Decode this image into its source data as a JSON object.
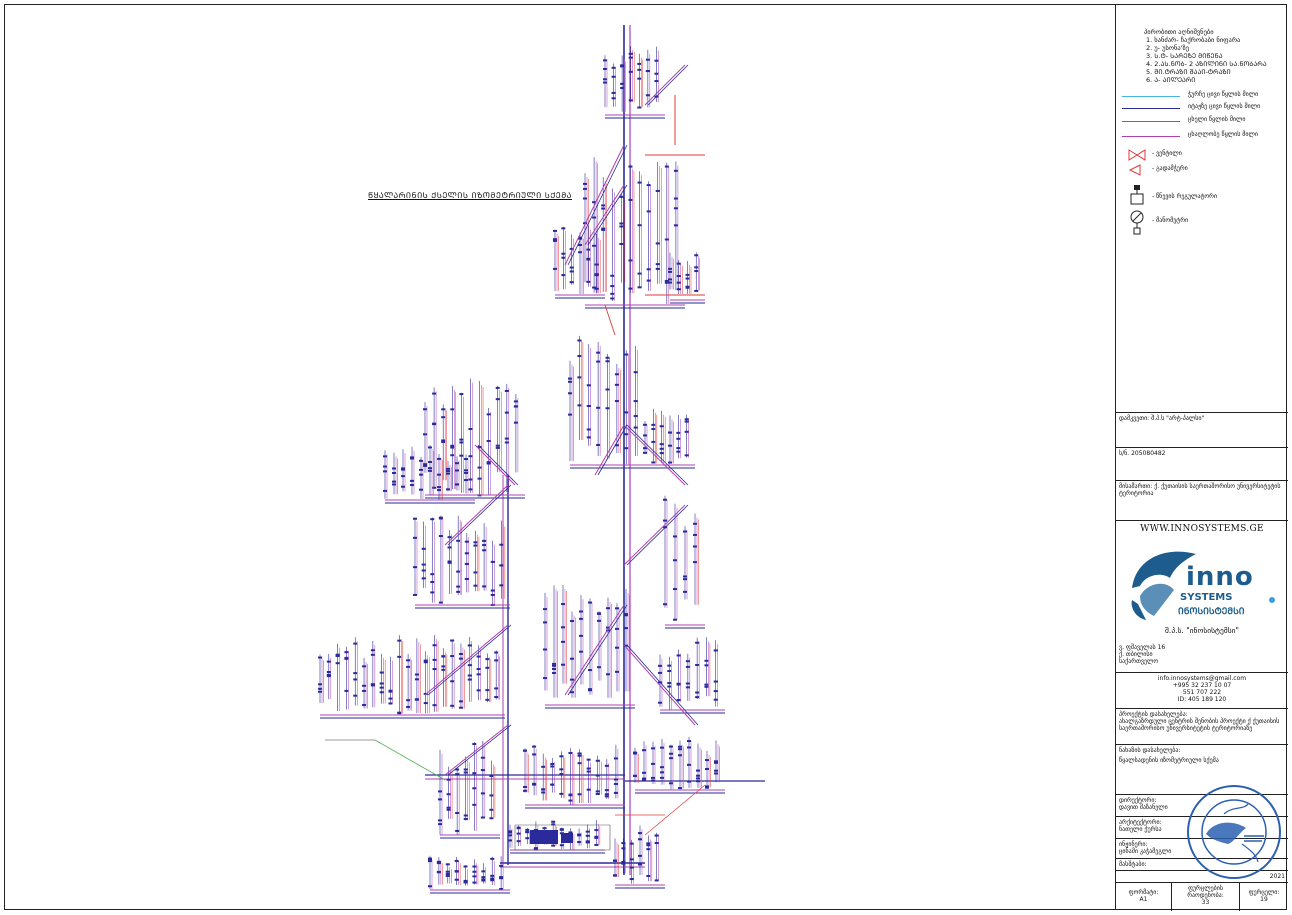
{
  "drawing_title": "ᲬᲧᲐᲚᲐᲠᲘᲜᲘᲡ ᲥᲡᲔᲚᲘᲡ ᲘᲖᲝᲛᲔᲢᲠᲘᲣᲚᲘ ᲡᲥᲔᲛᲐ",
  "legend": {
    "heading": "პირობითი აღნიშვნები",
    "items": [
      "1. ხანძარ- ჩაქრობაბი ნიფარა",
      "2. უ- უსონა'ზე",
      "3. Ს.Ტ- ᲡᲐᲠᲔᲖᲔ ᲛᲘᲬᲔᲜᲐ",
      "4. 2.ᲐᲡ.ᲜᲝᲑ- 2 ᲐᲖᲘᲚᲘᲜᲘ ᲡᲐ.ᲜᲝᲑᲐᲠᲐ",
      "5. ᲨᲘ.ᲢᲠᲐᲖᲘ ᲨᲐᲐᲘ-ᲢᲠᲐᲖᲘ",
      "6. Ა- ᲐᲘᲚᲔᲐᲠᲘ"
    ],
    "lines": [
      {
        "label": "ჭურჩე ცივი წყლის  მილი",
        "color": "#46b4e0"
      },
      {
        "label": "იტაჟზე ცივი წყლის  მილი",
        "color": "#2a2a9a"
      },
      {
        "label": "ცხელი წყლის  მილი",
        "color": "#e03a3a"
      },
      {
        "label": "ცხაღლობე წყლის  მილი",
        "color": "#b040b0"
      }
    ],
    "symbols": [
      {
        "label": "- ვენტილი",
        "icon": "valve-icon"
      },
      {
        "label": "- გადამჭერი",
        "icon": "check-valve-icon"
      },
      {
        "label": "- წნევის რეგულატორი",
        "icon": "pressure-regulator-icon"
      },
      {
        "label": "- მანომეტრი",
        "icon": "manometer-icon"
      }
    ]
  },
  "title_block": {
    "client": "დამკვეთი: შ.პ.ს \"არტ-პალსი\"",
    "id_code": "ს/ნ. 205080482",
    "address": "მისამართი: ქ. ქუთაისის საერთაშორისო უნივერსიტეტის ტერიტორია",
    "website": "WWW.INNOSYSTEMS.GE",
    "logo_text_en": "inno",
    "logo_systems": "SYSTEMS",
    "logo_text_ka": "ᲘᲜᲝᲡᲘᲡᲢᲔᲛᲡᲘ",
    "company_name": "შ.პ.ს. \"ინოსისტემსი\"",
    "company_address": [
      "ვ. ფშაველას 16",
      "ქ. თბილისი",
      "საქართველო"
    ],
    "contacts": [
      "info.innosystems@gmail.com",
      "+995 32 237 10 07",
      "551 707 222",
      "ID: 405 189 120"
    ],
    "project_name_label": "პროექტის დასახელება:",
    "project_name": "ახალგაზრდული ცენტრის შენობის პროექტი ქ ქუთაისის საერთაშორისო უნივერსიტეტის ტერიტორიაზე",
    "drawing_name_label": "ნახაზის დასახელება:",
    "drawing_name": "წყალსადენის იზომეტრიული სქემა",
    "director_label": "დირექტორი:",
    "director": "დავით მაზანელი",
    "architect_label": "არქიტექტორი:",
    "architect": "ნათელი ქურსა",
    "engineer_label": "ინჟინერი:",
    "engineer": "ცინამი კაჭამეგლი",
    "scale_label": "მასშტაბი:",
    "year": "2021",
    "format_label": "ფორმატი:",
    "format": "A1",
    "sheets_label": "ფურცლების რაოდენობა:",
    "sheets": "33",
    "sheet_no_label": "ფურცელი:",
    "sheet_no": "19"
  }
}
